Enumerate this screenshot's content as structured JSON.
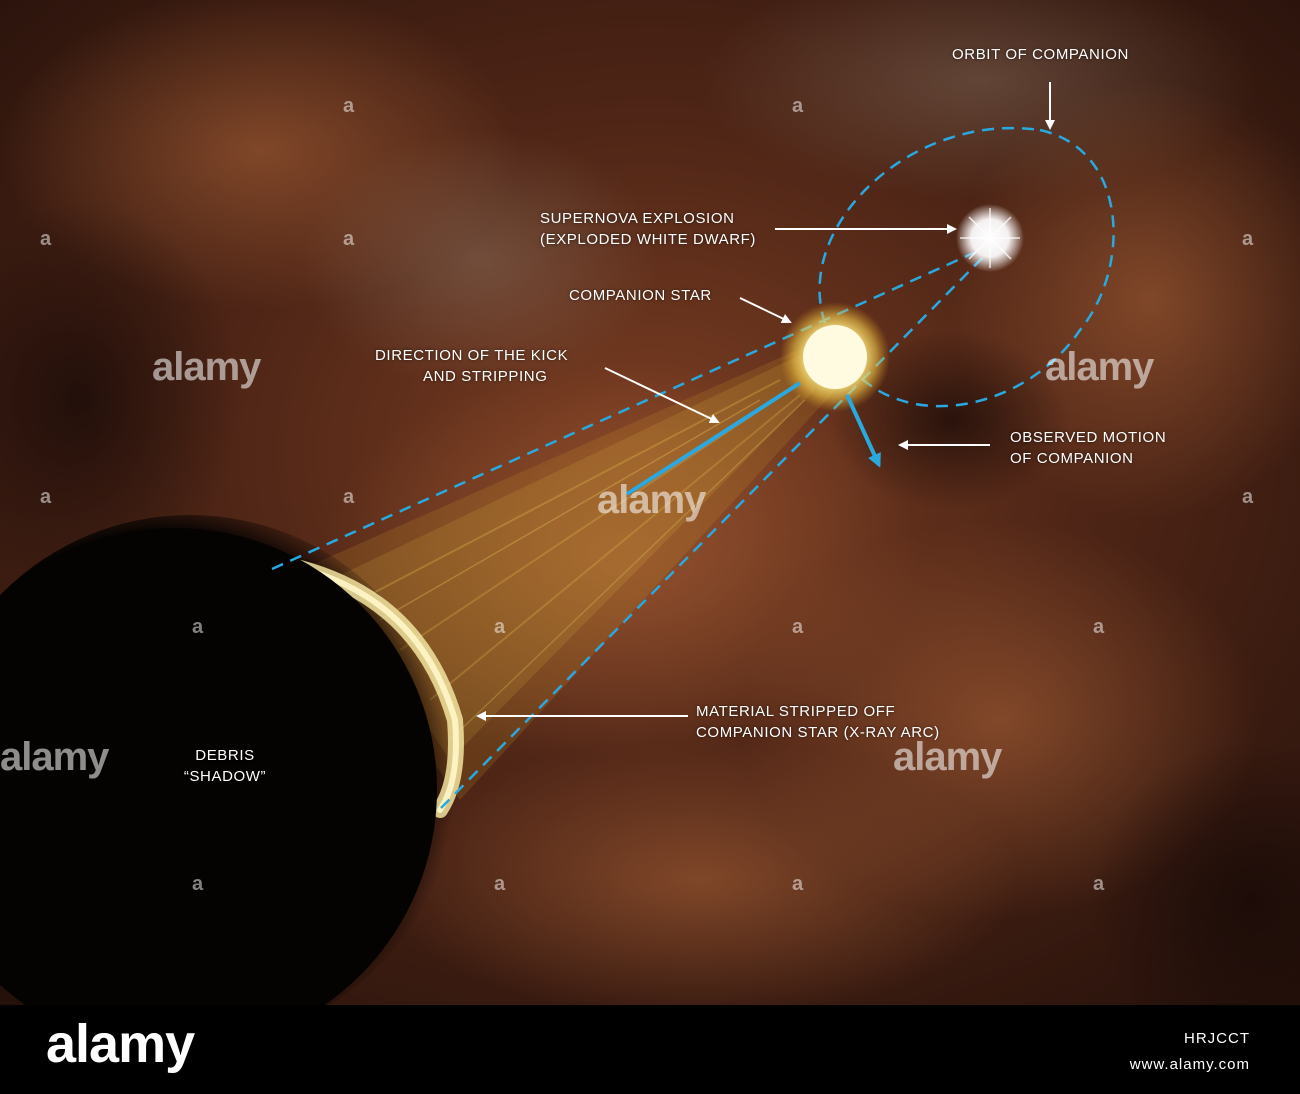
{
  "labels": {
    "orbit": "ORBIT OF COMPANION",
    "supernova_line1": "SUPERNOVA EXPLOSION",
    "supernova_line2": "(EXPLODED WHITE DWARF)",
    "companion": "COMPANION STAR",
    "kick_line1": "DIRECTION OF THE KICK",
    "kick_line2": "AND STRIPPING",
    "motion_line1": "OBSERVED MOTION",
    "motion_line2": "OF COMPANION",
    "material_line1": "MATERIAL STRIPPED OFF",
    "material_line2": "COMPANION STAR (X-RAY ARC)",
    "debris_line1": "DEBRIS",
    "debris_line2": "“SHADOW”"
  },
  "watermark": {
    "brand": "alamy",
    "image_id": "HRJCCT",
    "site": "www.alamy.com",
    "tile_text": "alamy",
    "small_mark": "a"
  },
  "colors": {
    "dashed_line": "#29a9e0",
    "arrow_white": "#ffffff",
    "nebula_base": "#3a1d12",
    "nebula_warm": "#8a4a2a",
    "shadow": "#050302"
  }
}
